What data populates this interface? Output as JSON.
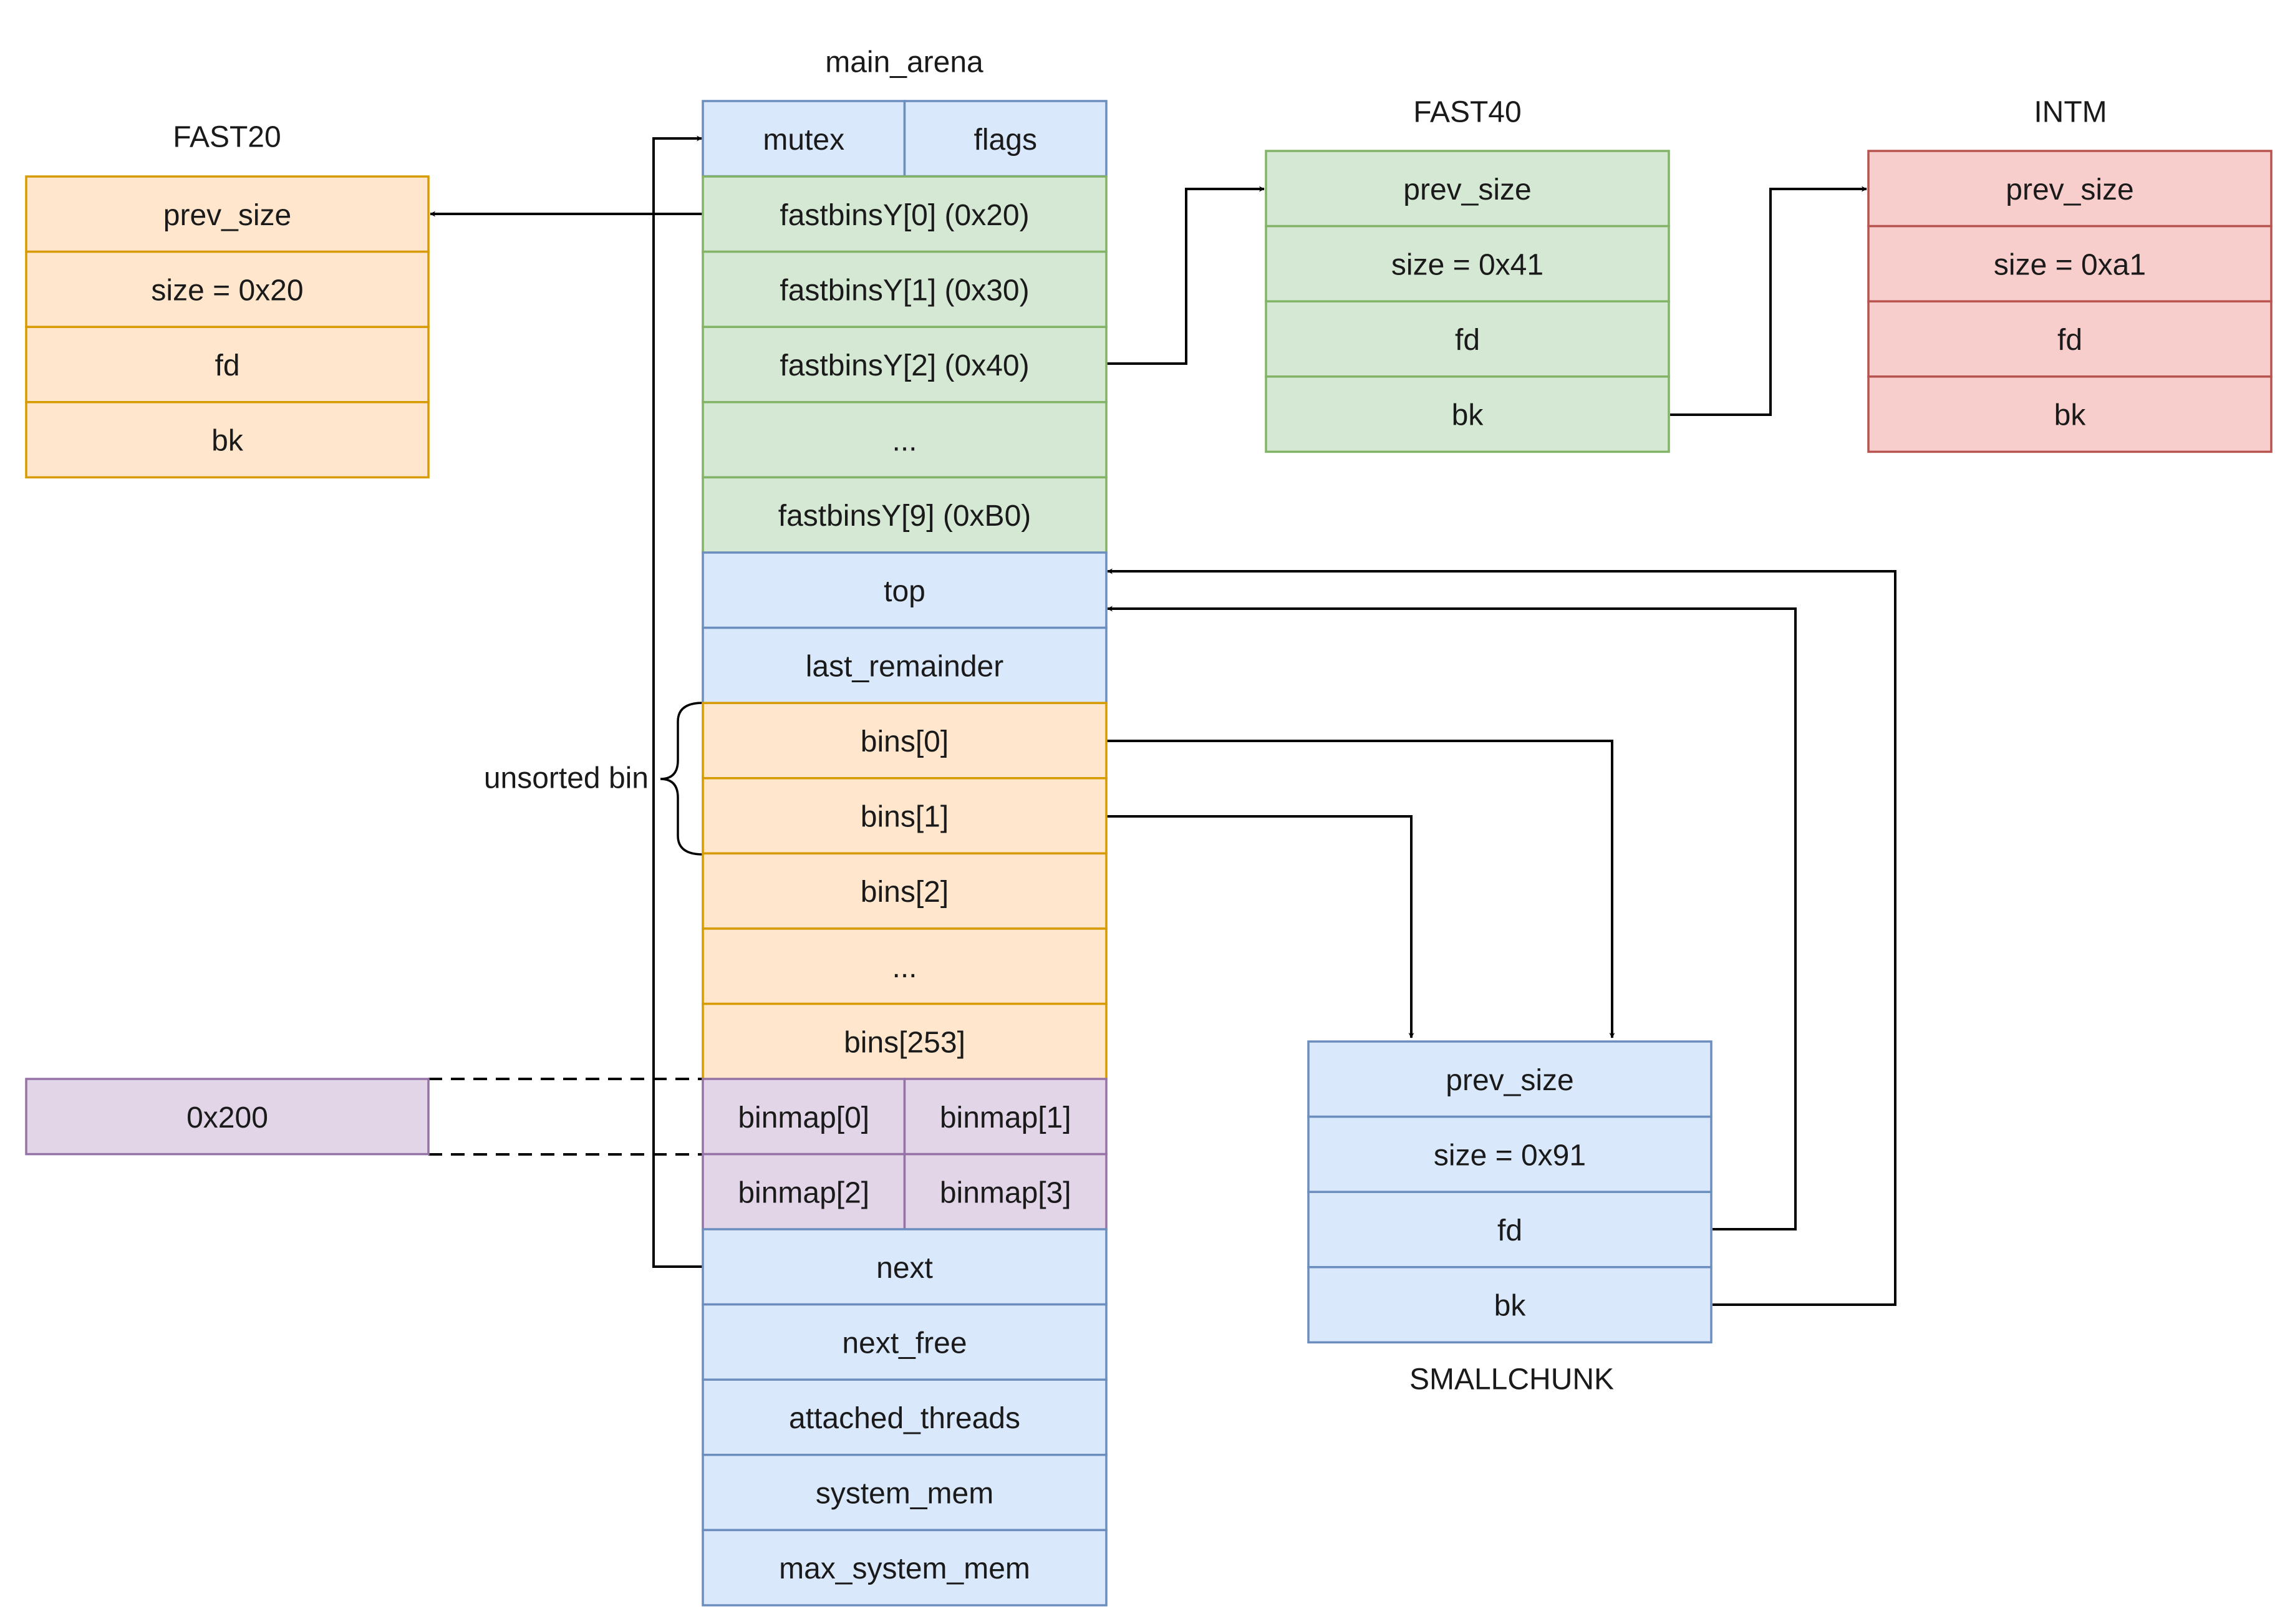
{
  "colors": {
    "orange_fill": "#ffe6cc",
    "orange_stroke": "#d79b00",
    "green_fill": "#d5e8d4",
    "green_stroke": "#82b366",
    "blue_fill": "#dae8fc",
    "blue_stroke": "#6c8ebf",
    "red_fill": "#f8cecc",
    "red_stroke": "#b85450",
    "purple_fill": "#e1d5e7",
    "purple_stroke": "#9673a6",
    "line": "#000000"
  },
  "main_arena": {
    "title": "main_arena",
    "mutex": "mutex",
    "flags": "flags",
    "fastbins": [
      "fastbinsY[0] (0x20)",
      "fastbinsY[1] (0x30)",
      "fastbinsY[2] (0x40)",
      "...",
      "fastbinsY[9] (0xB0)"
    ],
    "top": "top",
    "last_remainder": "last_remainder",
    "bins": [
      "bins[0]",
      "bins[1]",
      "bins[2]",
      "...",
      "bins[253]"
    ],
    "binmap": [
      "binmap[0]",
      "binmap[1]",
      "binmap[2]",
      "binmap[3]"
    ],
    "tail": [
      "next",
      "next_free",
      "attached_threads",
      "system_mem",
      "max_system_mem"
    ]
  },
  "unsorted_label": "unsorted bin",
  "binmap_value": "0x200",
  "fast20": {
    "title": "FAST20",
    "fields": [
      "prev_size",
      "size = 0x20",
      "fd",
      "bk"
    ]
  },
  "fast40": {
    "title": "FAST40",
    "fields": [
      "prev_size",
      "size = 0x41",
      "fd",
      "bk"
    ]
  },
  "intm": {
    "title": "INTM",
    "fields": [
      "prev_size",
      "size = 0xa1",
      "fd",
      "bk"
    ]
  },
  "smallchunk": {
    "title": "SMALLCHUNK",
    "fields": [
      "prev_size",
      "size = 0x91",
      "fd",
      "bk"
    ]
  }
}
